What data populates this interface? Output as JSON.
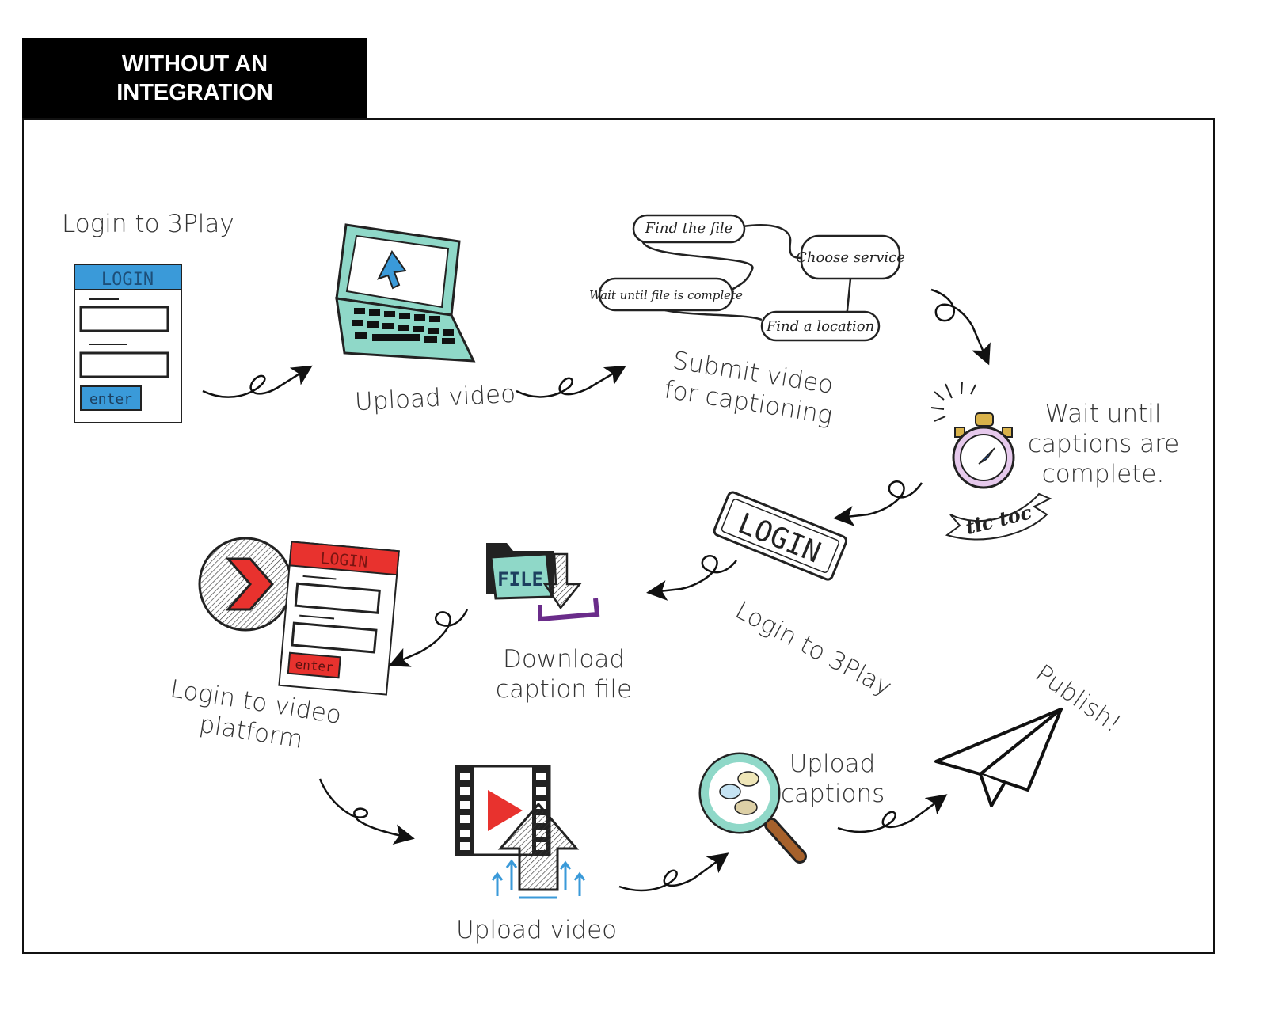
{
  "header": {
    "line1": "WITHOUT AN",
    "line2": "INTEGRATION"
  },
  "steps": {
    "login_3play": "Login to 3Play",
    "upload_video_1": "Upload video",
    "submit_line1": "Submit video",
    "submit_line2": "for captioning",
    "wait_line1": "Wait until",
    "wait_line2": "captions are",
    "wait_line3": "complete.",
    "login_3play_2": "Login to 3Play",
    "download_line1": "Download",
    "download_line2": "caption file",
    "login_platform_line1": "Login to video",
    "login_platform_line2": "platform",
    "upload_video_2": "Upload video",
    "upload_captions_line1": "Upload",
    "upload_captions_line2": "captions",
    "publish": "Publish!"
  },
  "icons": {
    "login_form_title": "LOGIN",
    "login_form_button": "enter",
    "mindmap_find_file": "Find the file",
    "mindmap_choose_service": "Choose service",
    "mindmap_wait": "Wait until file is complete",
    "mindmap_find_location": "Find a location",
    "stopwatch_banner": "tic toc",
    "login_sign": "LOGIN",
    "file_folder": "FILE",
    "login_form2_title": "LOGIN",
    "login_form2_button": "enter"
  },
  "colors": {
    "blue": "#3a9ad9",
    "teal": "#8fd8c8",
    "red": "#e8322e",
    "purple": "#6a2c8a",
    "pink_lavender": "#e6c9ec",
    "gold": "#d9b24a",
    "brown": "#a6612b"
  }
}
